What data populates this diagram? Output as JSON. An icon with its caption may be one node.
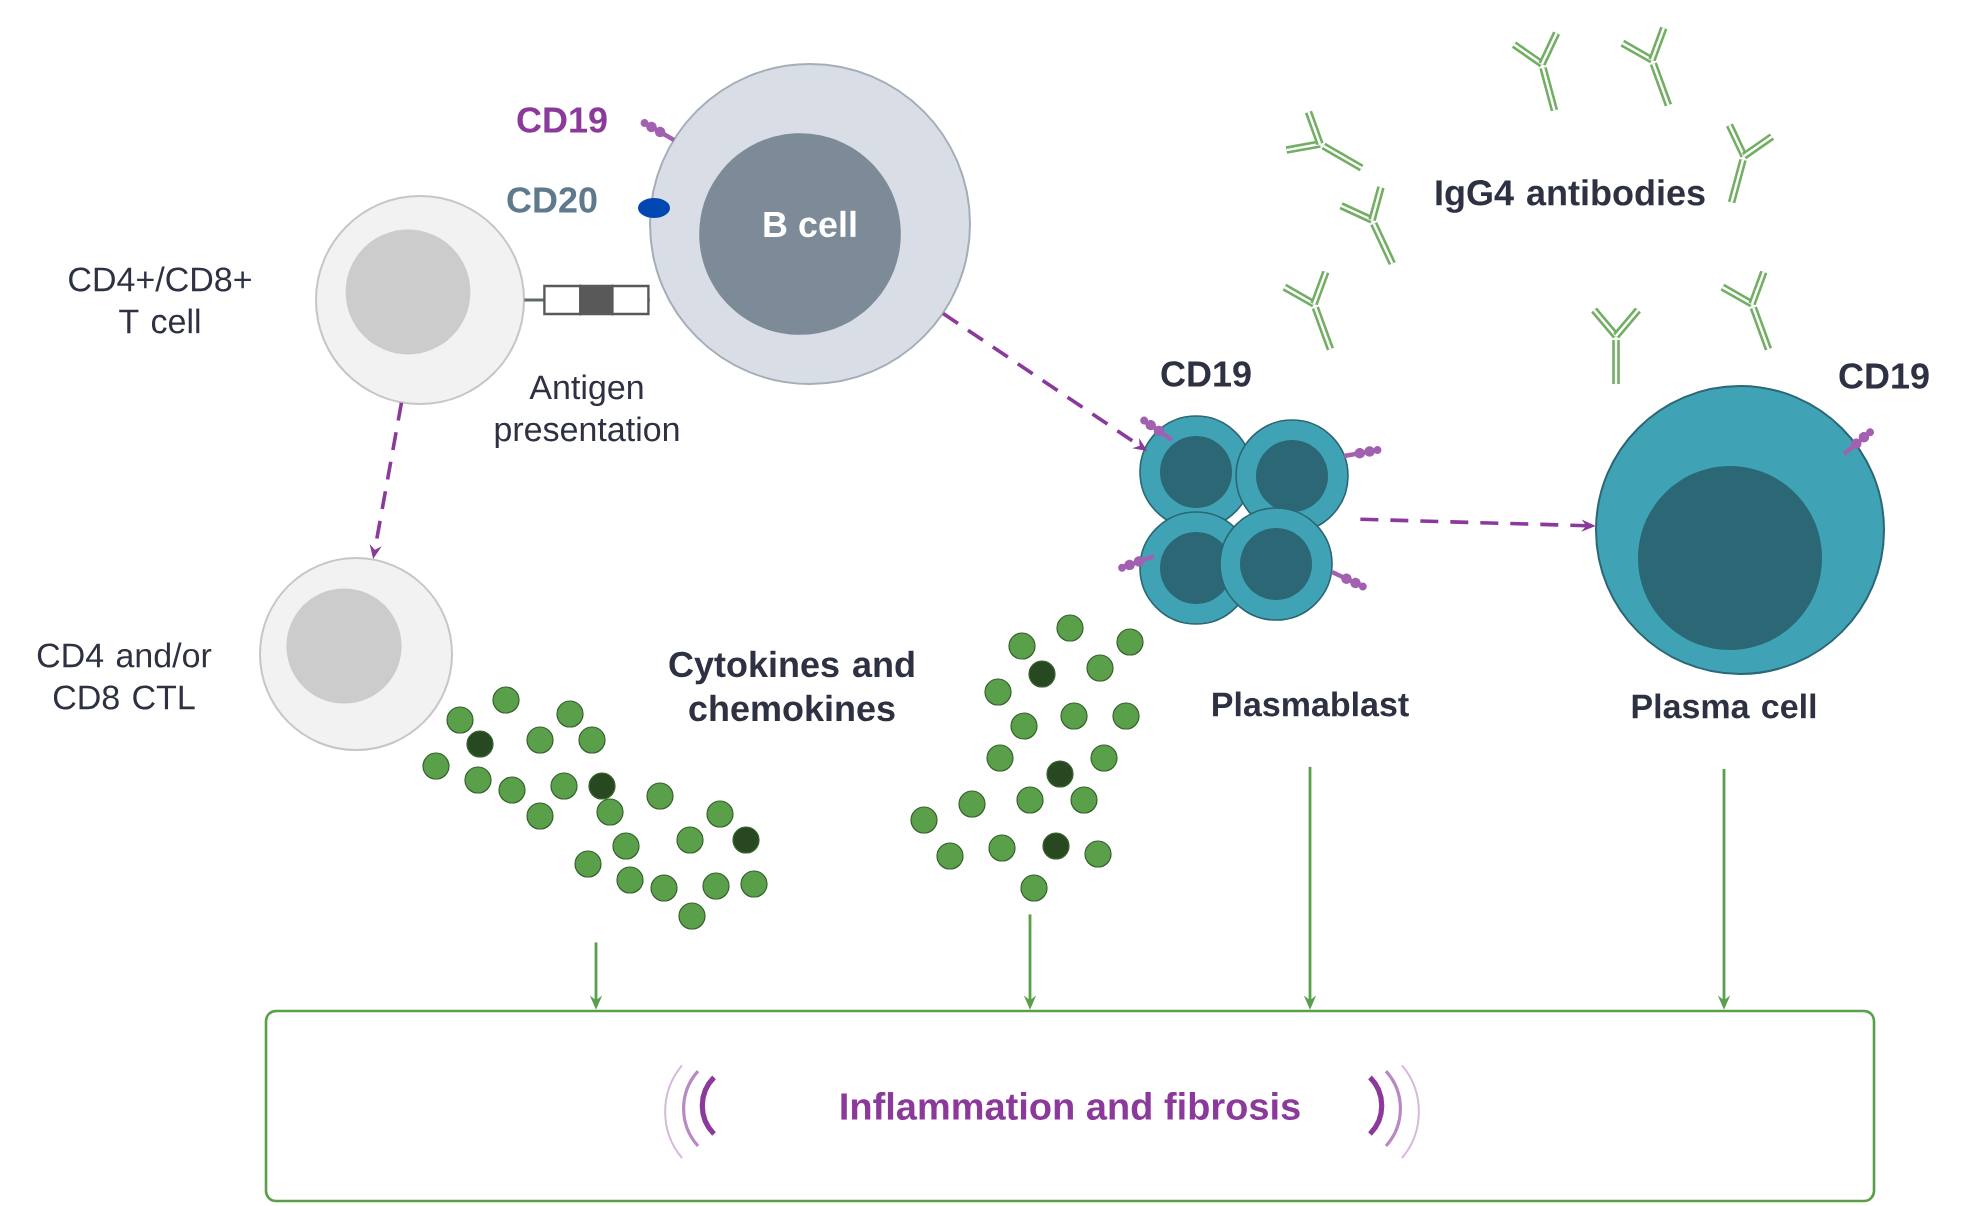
{
  "diagram": {
    "nodes": [
      {
        "text": [
          "CD4+/CD8+ T cell"
        ]
      },
      {
        "text": [
          "B cell"
        ],
        "beside": [
          "CD19"
        ]
      },
      {
        "text": [
          "CD4 and/or CD8 CTL"
        ]
      },
      {
        "text": [
          "Plasmablast"
        ],
        "beside": [
          "CD19"
        ]
      },
      {
        "text": [
          "Plasma cell"
        ],
        "beside": [
          "CD19"
        ]
      },
      {
        "text": [],
        "shape": "picture"
      },
      {
        "text": [],
        "shape": "picture"
      },
      {
        "text": [
          "Inflammation and fibrosis"
        ]
      }
    ],
    "edges": [
      {
        "from": 0,
        "to": 1,
        "arrow": "other",
        "label": "Antigen presentation",
        "color": "#5b6b6b"
      },
      {
        "from": 0,
        "to": 2,
        "arrow": "to",
        "style": "dashed",
        "color": "#8b3a9c"
      },
      {
        "from": 1,
        "to": 3,
        "arrow": "to",
        "style": "dashed",
        "color": "#8b3a9c"
      },
      {
        "from": 3,
        "to": 4,
        "arrow": "to",
        "style": "dashed",
        "color": "#8b3a9c"
      },
      {
        "from": 5,
        "to": 7,
        "arrow": "to",
        "color": "#5aa04a"
      },
      {
        "from": 6,
        "to": 7,
        "arrow": "to",
        "color": "#5aa04a"
      },
      {
        "from": 3,
        "to": 7,
        "arrow": "to",
        "color": "#5aa04a"
      },
      {
        "from": 4,
        "to": 7,
        "arrow": "to",
        "color": "#5aa04a"
      }
    ],
    "labels": [
      "CD20",
      "IgG4 antibodies",
      "Cytokines and chemokines"
    ]
  }
}
